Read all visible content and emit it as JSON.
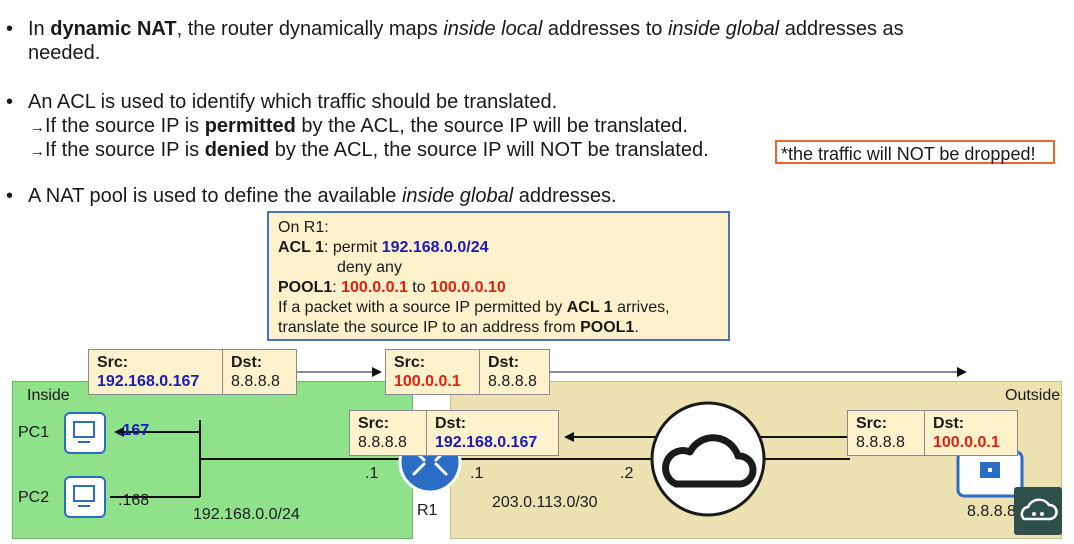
{
  "bullets": [
    {
      "pre": "In ",
      "b1": "dynamic NAT",
      "mid1": ", the router dynamically maps ",
      "i1": "inside local",
      "mid2": " addresses to ",
      "i2": "inside global",
      "post": " addresses as",
      "line2": "needed."
    },
    {
      "text": "An ACL is used to identify which traffic should be translated."
    },
    {
      "pre": "A NAT pool is used to define the available ",
      "i1": "inside global",
      "post": " addresses."
    }
  ],
  "arrow_lines": [
    {
      "arrow": "→",
      "pre": "If the source IP is ",
      "bold": "permitted",
      "post": " by the ACL, the source IP will be translated."
    },
    {
      "arrow": "→",
      "pre": "If the source IP is ",
      "bold": "denied",
      "post": " by the ACL, the source IP will NOT be translated."
    }
  ],
  "note": "*the traffic will NOT be dropped!",
  "config": {
    "line1": "On R1:",
    "acl_label": "ACL 1",
    "acl_permit": ": permit ",
    "acl_net": "192.168.0.0/24",
    "deny": "deny any",
    "pool_label": "POOL1",
    "pool_sep": ": ",
    "pool_start": "100.0.0.1",
    "pool_to": " to ",
    "pool_end": "100.0.0.10",
    "l4_pre": "If a packet with a source IP permitted by ",
    "l4_bold": "ACL 1",
    "l4_post": " arrives,",
    "l5_pre": "translate the source IP to an address from ",
    "l5_bold": "POOL1",
    "l5_post": "."
  },
  "labels": {
    "inside": "Inside",
    "outside": "Outside",
    "pc1": "PC1",
    "pc2": "PC2",
    "pc1_ip": ".167",
    "pc2_ip": ".168",
    "lan": "192.168.0.0/24",
    "router": "R1",
    "r1_in": ".1",
    "r1_out": ".1",
    "isp": ".2",
    "wan": "203.0.113.0/30",
    "server": "8.8.8.8"
  },
  "packets": {
    "p1": {
      "src_h": "Src:",
      "src": "192.168.0.167",
      "dst_h": "Dst:",
      "dst": "8.8.8.8"
    },
    "p2": {
      "src_h": "Src:",
      "src": "100.0.0.1",
      "dst_h": "Dst:",
      "dst": "8.8.8.8"
    },
    "p3": {
      "src_h": "Src:",
      "src": "8.8.8.8",
      "dst_h": "Dst:",
      "dst": "192.168.0.167"
    },
    "p4": {
      "src_h": "Src:",
      "src": "8.8.8.8",
      "dst_h": "Dst:",
      "dst": "100.0.0.1"
    }
  },
  "colors": {
    "inside_zone": "#8fe28a",
    "outside_zone": "#ece1b0",
    "blue_ip": "#1a1ab8",
    "red_ip": "#e02010",
    "note_border": "#e8662a"
  }
}
